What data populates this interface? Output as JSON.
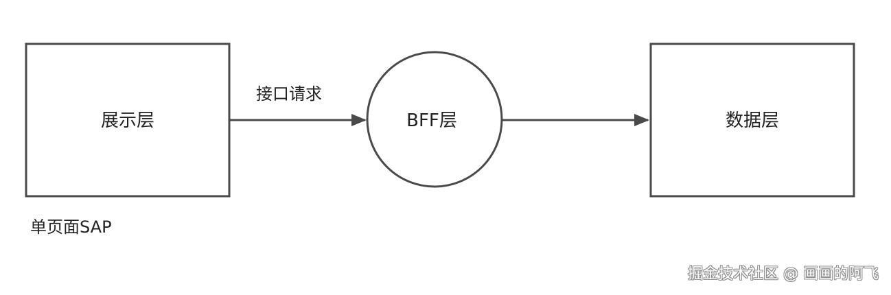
{
  "diagram": {
    "nodes": {
      "presentation_layer": "展示层",
      "bff_layer": "BFF层",
      "data_layer": "数据层"
    },
    "edges": {
      "presentation_to_bff": "接口请求"
    }
  },
  "caption": "单页面SAP",
  "watermark": "掘金技术社区 @ 画画的阿飞",
  "colors": {
    "stroke": "#4a4a4a",
    "text": "#222222",
    "background": "#ffffff",
    "watermark_outline": "#8c8c8c"
  }
}
